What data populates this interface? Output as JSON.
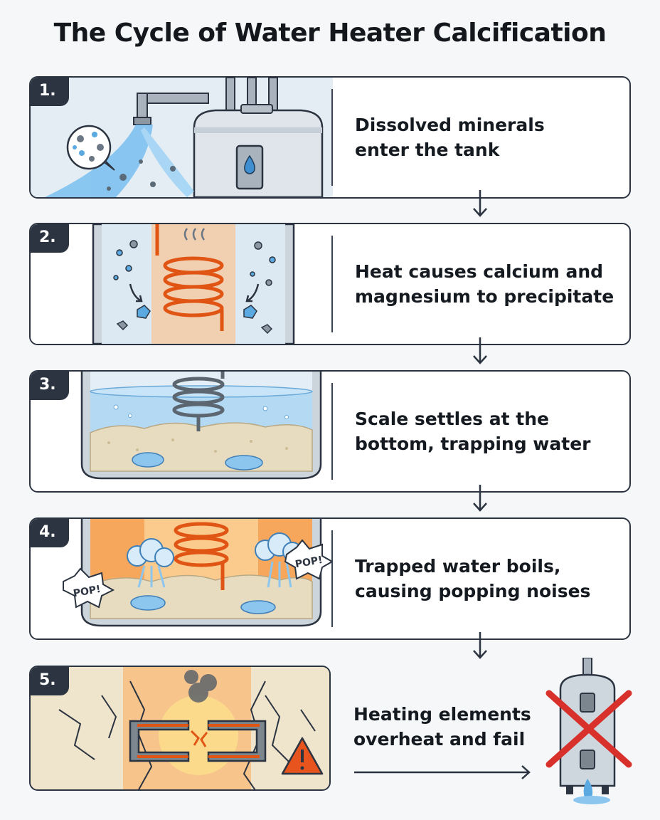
{
  "title": "The Cycle of Water Heater Calcification",
  "steps": [
    {
      "number": "1.",
      "line1": "Dissolved minerals",
      "line2": "enter the tank"
    },
    {
      "number": "2.",
      "line1": "Heat causes calcium and",
      "line2": "magnesium to precipitate"
    },
    {
      "number": "3.",
      "line1": "Scale settles at the",
      "line2": "bottom, trapping water"
    },
    {
      "number": "4.",
      "line1": "Trapped water boils,",
      "line2": "causing popping noises",
      "sound_label": "POP!"
    },
    {
      "number": "5.",
      "line1": "Heating elements",
      "line2": "overheat and fail"
    }
  ],
  "icons": {
    "step1": [
      "pipe-icon",
      "water-heater-tank-icon",
      "water-drop-icon",
      "mineral-particles-icon"
    ],
    "step2": [
      "heating-coil-icon",
      "heat-wave-icon",
      "mineral-crystal-icon"
    ],
    "step3": [
      "heating-coil-icon",
      "scale-sediment-icon",
      "water-bubble-icon"
    ],
    "step4": [
      "heating-coil-icon",
      "steam-burst-icon",
      "pop-sound-icon"
    ],
    "step5": [
      "broken-heating-element-icon",
      "cracked-scale-icon",
      "warning-triangle-icon",
      "failed-water-heater-icon",
      "red-x-icon"
    ]
  },
  "colors": {
    "frame": "#2b3440",
    "water": "#5aa9e0",
    "coil": "#f06a1e",
    "scale": "#e8dcc0",
    "warning": "#e8541e",
    "fail_x": "#d8302a"
  }
}
